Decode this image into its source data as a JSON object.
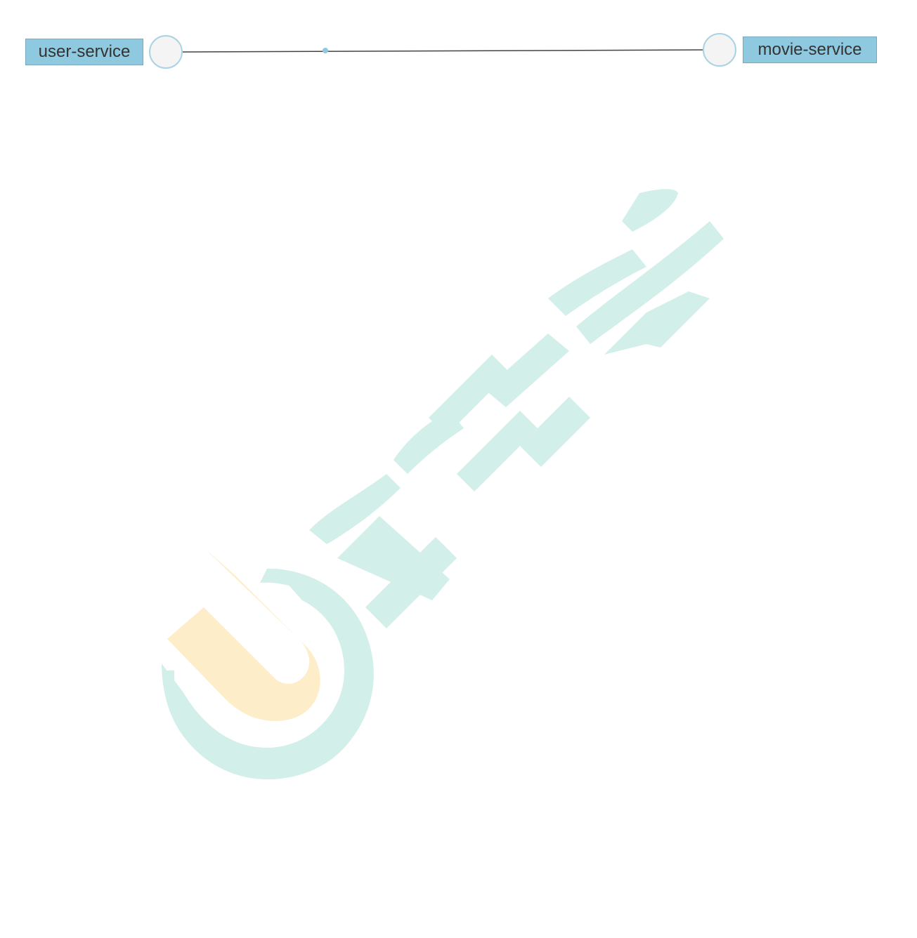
{
  "diagram": {
    "nodes": [
      {
        "id": "user-service",
        "label": "user-service"
      },
      {
        "id": "movie-service",
        "label": "movie-service"
      }
    ],
    "edges": [
      {
        "from": "user-service",
        "to": "movie-service"
      }
    ]
  },
  "colors": {
    "label_fill": "#8ec9df",
    "label_border": "#7aa8bf",
    "circle_fill": "#f4f4f4",
    "circle_border": "#a9d3e4",
    "edge": "#444444",
    "watermark_teal": "#d3efe9",
    "watermark_yellow": "#fdeec9"
  },
  "watermark": {
    "text": "尚硅谷"
  }
}
